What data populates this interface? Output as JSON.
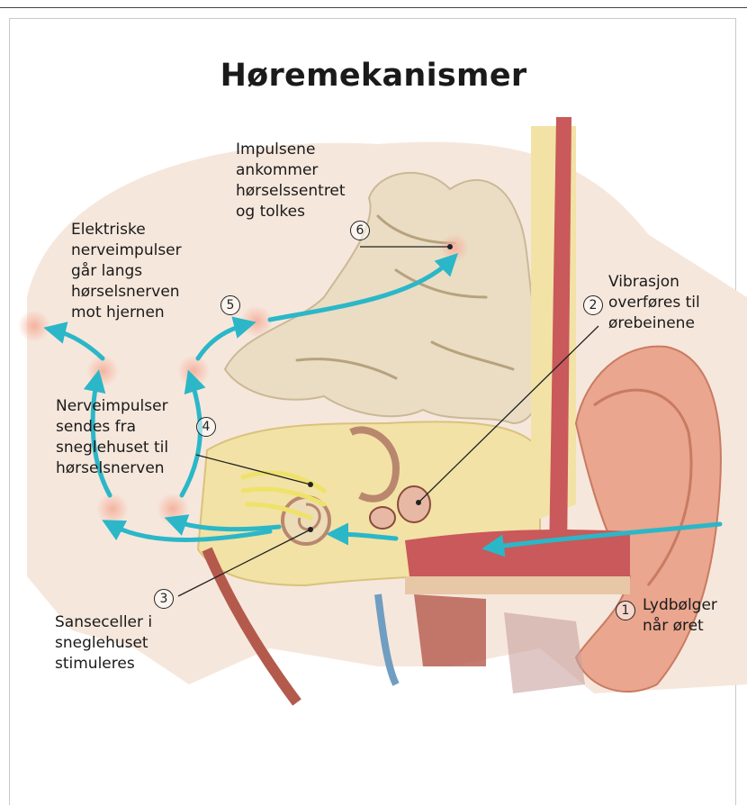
{
  "title": "Høremekanismer",
  "labels": {
    "step1": "Lydbølger\nnår øret",
    "step2": "Vibrasjon\noverføres til\nørebeinene",
    "step3": "Sanseceller i\nsneglehuset\nstimuleres",
    "step4": "Nerveimpulser\nsendes fra\nsneglehuset til\nhørselsnerven",
    "step5": "Elektriske\nnerveimpulser\ngår langs\nhørselsnerven\nmot hjernen",
    "step6": "Impulsene\nankommer\nhørselssentret\nog tolkes"
  },
  "step_numbers": [
    "1",
    "2",
    "3",
    "4",
    "5",
    "6"
  ],
  "colors": {
    "arrow": "#2bb7c8",
    "skin": "#eaa68e",
    "brain": "#eaddc4",
    "bone": "#f2e2a6",
    "canal": "#c9595a"
  }
}
